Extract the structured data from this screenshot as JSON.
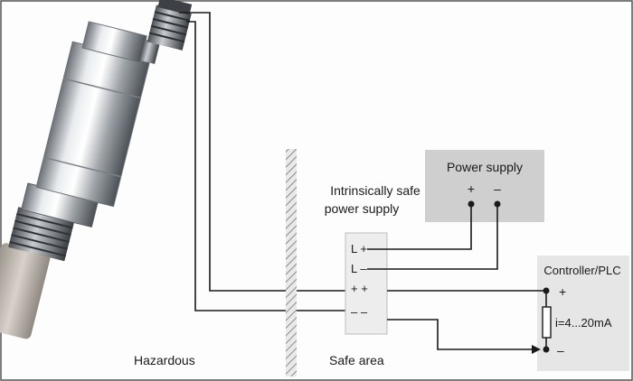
{
  "zones": {
    "hazardous_label": "Hazardous",
    "safe_label": "Safe area"
  },
  "intrinsically_safe_supply": {
    "label_line1": "Intrinsically safe",
    "label_line2": "power supply",
    "terminals": [
      "L +",
      "L –",
      "+ +",
      "– –"
    ]
  },
  "power_supply": {
    "title": "Power supply",
    "plus": "+",
    "minus": "–"
  },
  "controller": {
    "title": "Controller/PLC",
    "plus": "+",
    "minus": "–",
    "current_label": "i=4...20mA"
  },
  "colors": {
    "power_supply_fill": "#cfcfcf",
    "controller_fill": "#e6e6e6",
    "barrier_fill": "#ededed",
    "wire": "#1a1a1a"
  }
}
